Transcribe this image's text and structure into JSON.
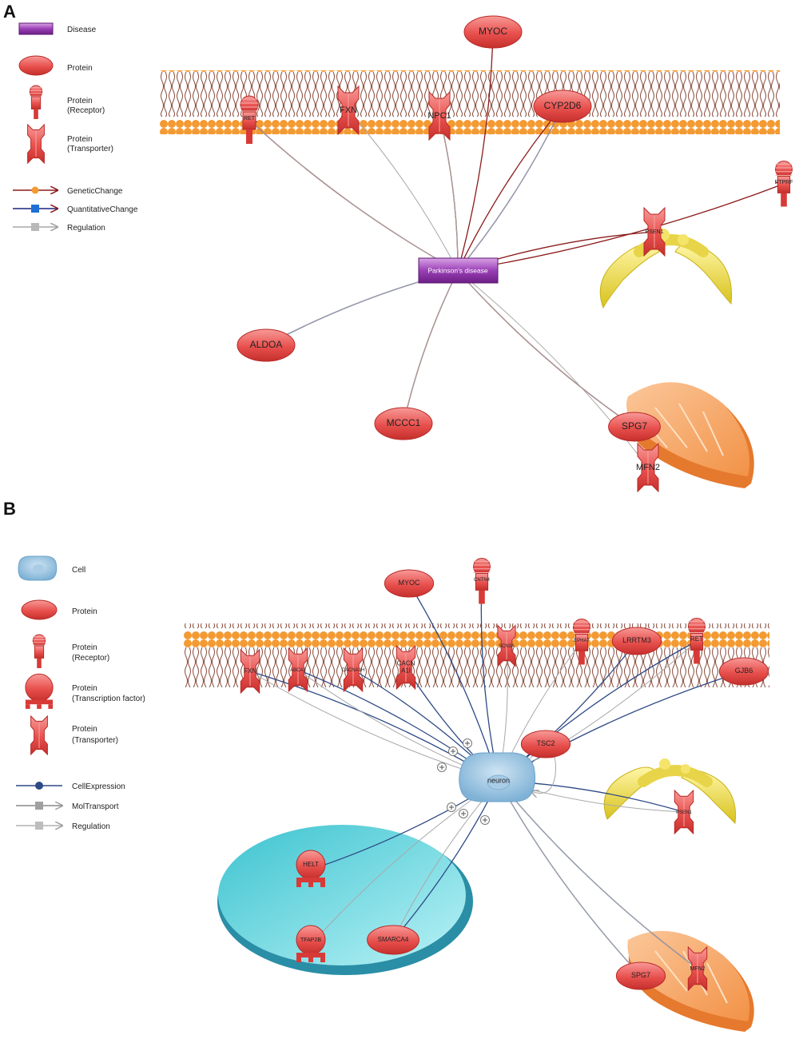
{
  "panels": [
    {
      "letter": "A",
      "legend": {
        "nodes": [
          {
            "shape": "disease",
            "label": "Disease"
          },
          {
            "shape": "protein",
            "label": "Protein"
          },
          {
            "shape": "receptor",
            "label": "Protein\n(Receptor)"
          },
          {
            "shape": "transporter",
            "label": "Protein\n(Transporter)"
          }
        ],
        "edges": [
          {
            "kind": "GeneticChange",
            "label": "GeneticChange",
            "color": "#8b1a1a"
          },
          {
            "kind": "QuantitativeChange",
            "label": "QuantitativeChange",
            "color": "#1a237e"
          },
          {
            "kind": "Regulation",
            "label": "Regulation",
            "color": "#a8a8a8"
          }
        ]
      },
      "center": {
        "label": "Parkinson's disease",
        "type": "disease"
      },
      "nodes": [
        {
          "id": "RET",
          "label": "RET",
          "shape": "receptor"
        },
        {
          "id": "FXN",
          "label": "FXN",
          "shape": "transporter"
        },
        {
          "id": "NPC1",
          "label": "NPC1",
          "shape": "transporter"
        },
        {
          "id": "MYOC",
          "label": "MYOC",
          "shape": "protein"
        },
        {
          "id": "CYP2D6",
          "label": "CYP2D6",
          "shape": "protein"
        },
        {
          "id": "PTPRF",
          "label": "PTPRF",
          "shape": "receptor"
        },
        {
          "id": "PSEN1",
          "label": "PSEN1",
          "shape": "transporter"
        },
        {
          "id": "ALDOA",
          "label": "ALDOA",
          "shape": "protein"
        },
        {
          "id": "MCCC1",
          "label": "MCCC1",
          "shape": "protein"
        },
        {
          "id": "SPG7",
          "label": "SPG7",
          "shape": "protein"
        },
        {
          "id": "MFN2",
          "label": "MFN2",
          "shape": "transporter"
        }
      ],
      "edges": [
        {
          "from": "center",
          "to": "RET",
          "type": "GeneticChange"
        },
        {
          "from": "RET",
          "to": "center",
          "type": "Regulation"
        },
        {
          "from": "FXN",
          "to": "center",
          "type": "Regulation"
        },
        {
          "from": "center",
          "to": "NPC1",
          "type": "GeneticChange"
        },
        {
          "from": "NPC1",
          "to": "center",
          "type": "Regulation"
        },
        {
          "from": "center",
          "to": "MYOC",
          "type": "GeneticChange"
        },
        {
          "from": "center",
          "to": "CYP2D6",
          "type": "GeneticChange"
        },
        {
          "from": "center",
          "to": "CYP2D6",
          "type": "QuantitativeChange"
        },
        {
          "from": "CYP2D6",
          "to": "center",
          "type": "Regulation"
        },
        {
          "from": "center",
          "to": "PTPRF",
          "type": "GeneticChange"
        },
        {
          "from": "center",
          "to": "PSEN1",
          "type": "GeneticChange"
        },
        {
          "from": "center",
          "to": "ALDOA",
          "type": "QuantitativeChange"
        },
        {
          "from": "ALDOA",
          "to": "center",
          "type": "Regulation"
        },
        {
          "from": "center",
          "to": "MCCC1",
          "type": "GeneticChange"
        },
        {
          "from": "MCCC1",
          "to": "center",
          "type": "Regulation"
        },
        {
          "from": "center",
          "to": "SPG7",
          "type": "GeneticChange"
        },
        {
          "from": "SPG7",
          "to": "center",
          "type": "Regulation"
        },
        {
          "from": "MFN2",
          "to": "center",
          "type": "Regulation"
        }
      ]
    },
    {
      "letter": "B",
      "legend": {
        "nodes": [
          {
            "shape": "cell",
            "label": "Cell"
          },
          {
            "shape": "protein",
            "label": "Protein"
          },
          {
            "shape": "receptor",
            "label": "Protein\n(Receptor)"
          },
          {
            "shape": "tf",
            "label": "Protein\n(Transcription factor)"
          },
          {
            "shape": "transporter",
            "label": "Protein\n(Transporter)"
          }
        ],
        "edges": [
          {
            "kind": "CellExpression",
            "label": "CellExpression",
            "color": "#2d4a86"
          },
          {
            "kind": "MolTransport",
            "label": "MolTransport",
            "color": "#8a8a8a"
          },
          {
            "kind": "Regulation",
            "label": "Regulation",
            "color": "#a8a8a8"
          }
        ]
      },
      "center": {
        "label": "neuron",
        "type": "cell"
      },
      "nodes": [
        {
          "id": "MYOC",
          "label": "MYOC",
          "shape": "protein"
        },
        {
          "id": "CNTN4",
          "label": "CNTN4",
          "shape": "receptor"
        },
        {
          "id": "FXN",
          "label": "FXN",
          "shape": "transporter"
        },
        {
          "id": "ABCA1",
          "label": "ABCA1",
          "shape": "transporter"
        },
        {
          "id": "CACNA1H",
          "label": "CACNA1H",
          "shape": "transporter"
        },
        {
          "id": "CACNA1I",
          "label": "CACN\nA1I",
          "shape": "transporter"
        },
        {
          "id": "SCN3A",
          "label": "SCN3A",
          "shape": "transporter"
        },
        {
          "id": "EPHA7",
          "label": "EPHA7",
          "shape": "receptor"
        },
        {
          "id": "LRRTM3",
          "label": "LRRTM3",
          "shape": "protein"
        },
        {
          "id": "RET",
          "label": "RET",
          "shape": "receptor"
        },
        {
          "id": "GJB6",
          "label": "GJB6",
          "shape": "protein"
        },
        {
          "id": "TSC2",
          "label": "TSC2",
          "shape": "protein"
        },
        {
          "id": "PSEN1",
          "label": "PSEN1",
          "shape": "transporter"
        },
        {
          "id": "HELT",
          "label": "HELT",
          "shape": "tf"
        },
        {
          "id": "TFAP2B",
          "label": "TFAP2B",
          "shape": "tf"
        },
        {
          "id": "SMARCA4",
          "label": "SMARCA4",
          "shape": "protein"
        },
        {
          "id": "SPG7",
          "label": "SPG7",
          "shape": "protein"
        },
        {
          "id": "MFN2",
          "label": "MFN2",
          "shape": "transporter"
        }
      ],
      "edges": [
        {
          "from": "MYOC",
          "to": "center",
          "type": "CellExpression"
        },
        {
          "from": "CNTN4",
          "to": "center",
          "type": "CellExpression"
        },
        {
          "from": "FXN",
          "to": "center",
          "type": "CellExpression"
        },
        {
          "from": "FXN",
          "to": "center",
          "type": "Regulation"
        },
        {
          "from": "ABCA1",
          "to": "center",
          "type": "CellExpression"
        },
        {
          "from": "ABCA1",
          "to": "center",
          "type": "Regulation"
        },
        {
          "from": "CACNA1H",
          "to": "center",
          "type": "CellExpression"
        },
        {
          "from": "CACNA1I",
          "to": "center",
          "type": "CellExpression"
        },
        {
          "from": "SCN3A",
          "to": "center",
          "type": "Regulation"
        },
        {
          "from": "EPHA7",
          "to": "center",
          "type": "Regulation"
        },
        {
          "from": "LRRTM3",
          "to": "center",
          "type": "CellExpression"
        },
        {
          "from": "RET",
          "to": "center",
          "type": "CellExpression"
        },
        {
          "from": "RET",
          "to": "center",
          "type": "Regulation"
        },
        {
          "from": "GJB6",
          "to": "center",
          "type": "CellExpression"
        },
        {
          "from": "TSC2",
          "to": "center",
          "type": "Regulation"
        },
        {
          "from": "PSEN1",
          "to": "center",
          "type": "CellExpression"
        },
        {
          "from": "PSEN1",
          "to": "center",
          "type": "Regulation"
        },
        {
          "from": "HELT",
          "to": "center",
          "type": "CellExpression"
        },
        {
          "from": "TFAP2B",
          "to": "center",
          "type": "Regulation"
        },
        {
          "from": "SMARCA4",
          "to": "center",
          "type": "CellExpression"
        },
        {
          "from": "SMARCA4",
          "to": "center",
          "type": "Regulation"
        },
        {
          "from": "center",
          "to": "SPG7",
          "type": "CellExpression"
        },
        {
          "from": "SPG7",
          "to": "center",
          "type": "Regulation"
        },
        {
          "from": "center",
          "to": "MFN2",
          "type": "CellExpression"
        },
        {
          "from": "MFN2",
          "to": "center",
          "type": "Regulation"
        }
      ]
    }
  ]
}
